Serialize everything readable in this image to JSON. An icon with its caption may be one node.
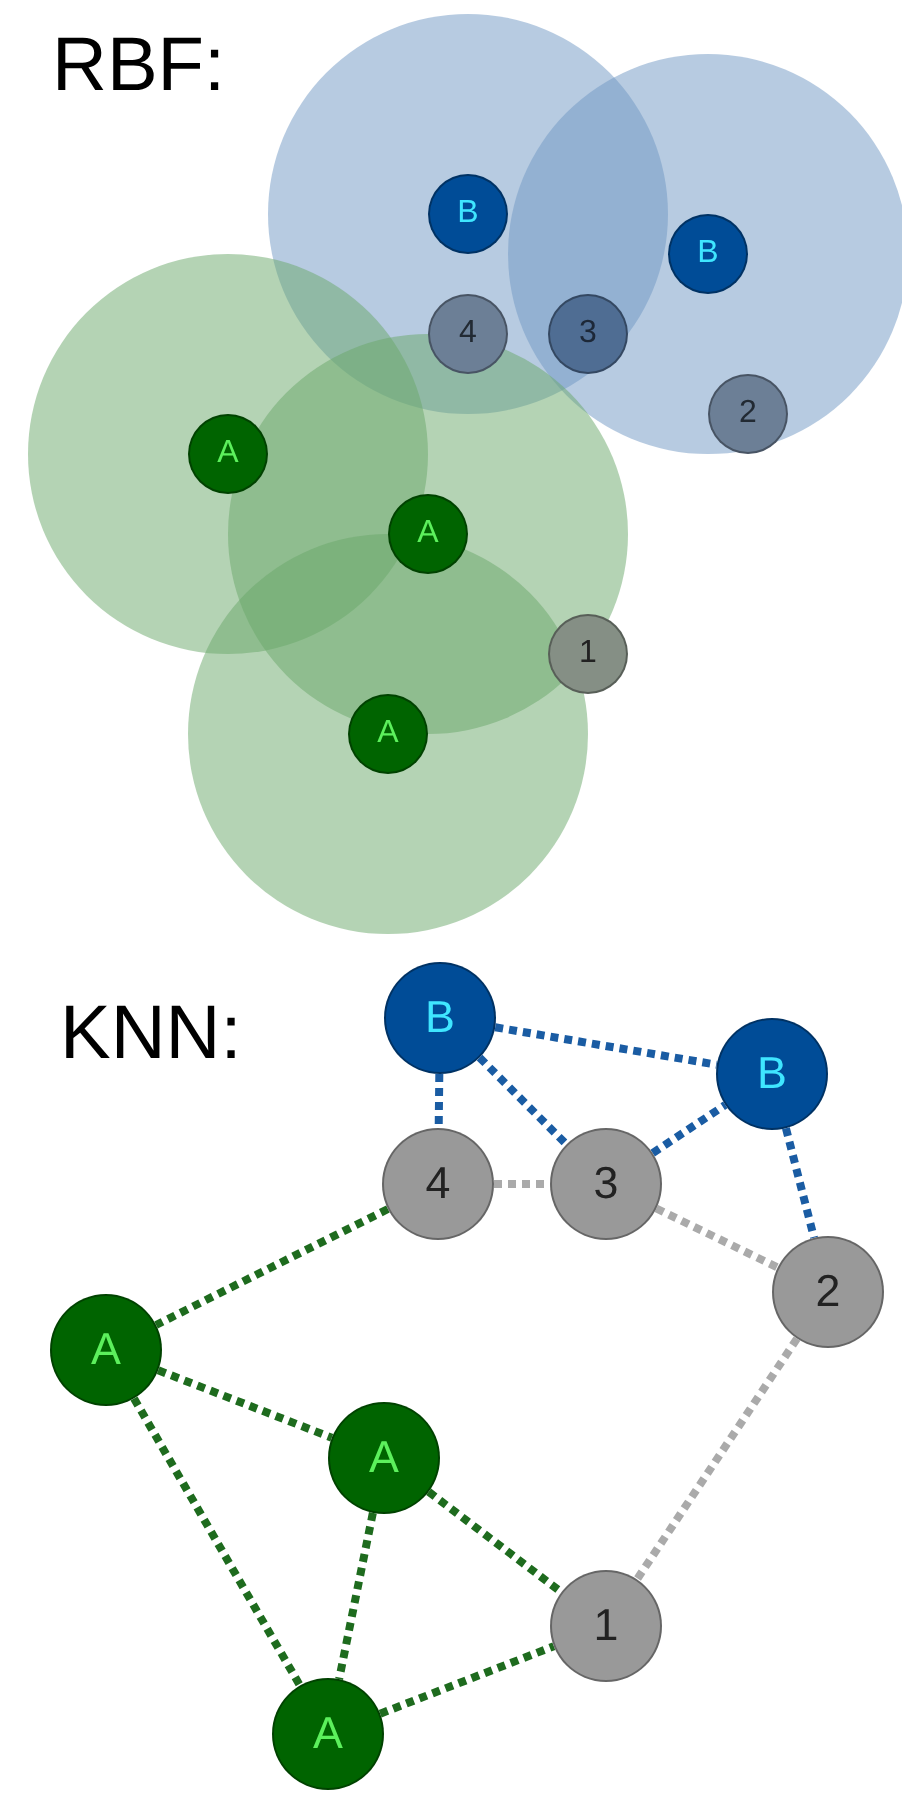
{
  "diagram": {
    "nodes": [
      {
        "text": [
          "B"
        ]
      },
      {
        "text": [
          "B"
        ]
      },
      {
        "text": [
          "4"
        ]
      },
      {
        "text": [
          "3"
        ]
      },
      {
        "text": [
          "2"
        ]
      },
      {
        "text": [
          "A"
        ]
      },
      {
        "text": [
          "A"
        ]
      },
      {
        "text": [
          "1"
        ]
      },
      {
        "text": [
          "A"
        ]
      },
      {
        "text": [
          "B"
        ]
      },
      {
        "text": [
          "B"
        ]
      },
      {
        "text": [
          "4"
        ]
      },
      {
        "text": [
          "3"
        ]
      },
      {
        "text": [
          "2"
        ]
      },
      {
        "text": [
          "A"
        ]
      },
      {
        "text": [
          "A"
        ]
      },
      {
        "text": [
          "1"
        ]
      },
      {
        "text": [
          "A"
        ]
      }
    ],
    "edges": [
      {
        "from": 9,
        "to": 11,
        "arrow": "none",
        "style": "dashed",
        "color": "#1a5ca3"
      },
      {
        "from": 9,
        "to": 12,
        "arrow": "none",
        "style": "dashed",
        "color": "#1a5ca3"
      },
      {
        "from": 9,
        "to": 10,
        "arrow": "none",
        "style": "dashed",
        "color": "#1a5ca3"
      },
      {
        "from": 12,
        "to": 10,
        "arrow": "none",
        "style": "dashed",
        "color": "#1a5ca3"
      },
      {
        "from": 10,
        "to": 13,
        "arrow": "none",
        "style": "dashed",
        "color": "#1a5ca3"
      },
      {
        "from": 11,
        "to": 12,
        "arrow": "none",
        "style": "dashed",
        "color": "#aaaaaa"
      },
      {
        "from": 12,
        "to": 13,
        "arrow": "none",
        "style": "dashed",
        "color": "#aaaaaa"
      },
      {
        "from": 13,
        "to": 16,
        "arrow": "none",
        "style": "dashed",
        "color": "#aaaaaa"
      },
      {
        "from": 11,
        "to": 14,
        "arrow": "none",
        "style": "dashed"
      },
      {
        "from": 14,
        "to": 15,
        "arrow": "none",
        "style": "dashed"
      },
      {
        "from": 14,
        "to": 17,
        "arrow": "none",
        "style": "dashed"
      },
      {
        "from": 15,
        "to": 17,
        "arrow": "none",
        "style": "dashed"
      },
      {
        "from": 15,
        "to": 16,
        "arrow": "none",
        "style": "dashed"
      },
      {
        "from": 17,
        "to": 16,
        "arrow": "none",
        "style": "dashed"
      }
    ],
    "labels": [
      "RBF:",
      "KNN:"
    ]
  }
}
